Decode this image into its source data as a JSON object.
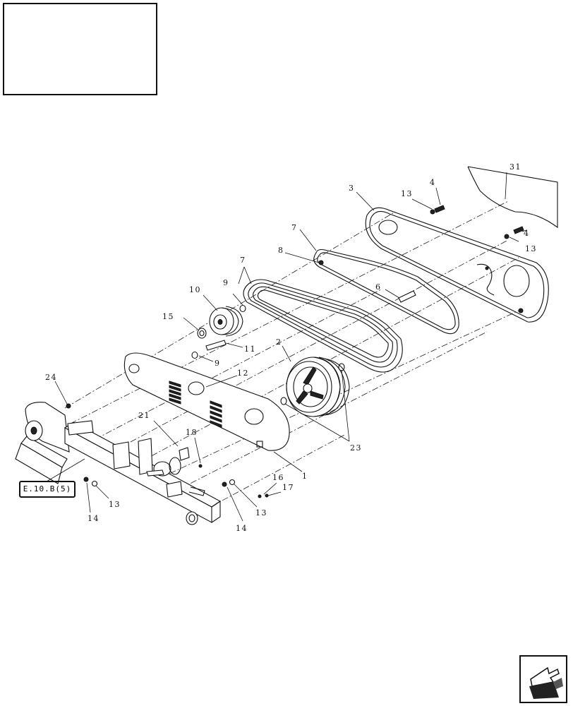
{
  "header": {
    "title_block": ""
  },
  "reference": {
    "label": "E.10.B(5)"
  },
  "callouts": [
    {
      "id": "c31",
      "text": "31"
    },
    {
      "id": "c3",
      "text": "3"
    },
    {
      "id": "c13a",
      "text": "13"
    },
    {
      "id": "c4a",
      "text": "4"
    },
    {
      "id": "c4b",
      "text": "4"
    },
    {
      "id": "c13b",
      "text": "13"
    },
    {
      "id": "c7a",
      "text": "7"
    },
    {
      "id": "c8",
      "text": "8"
    },
    {
      "id": "c6",
      "text": "6"
    },
    {
      "id": "c7b",
      "text": "7"
    },
    {
      "id": "c10",
      "text": "10"
    },
    {
      "id": "c9a",
      "text": "9"
    },
    {
      "id": "c15",
      "text": "15"
    },
    {
      "id": "c11",
      "text": "11"
    },
    {
      "id": "c9b",
      "text": "9"
    },
    {
      "id": "c2",
      "text": "2"
    },
    {
      "id": "c12",
      "text": "12"
    },
    {
      "id": "c24",
      "text": "24"
    },
    {
      "id": "c21",
      "text": "21"
    },
    {
      "id": "c18",
      "text": "18"
    },
    {
      "id": "c23",
      "text": "23"
    },
    {
      "id": "c1",
      "text": "1"
    },
    {
      "id": "c16",
      "text": "16"
    },
    {
      "id": "c17",
      "text": "17"
    },
    {
      "id": "c13c",
      "text": "13"
    },
    {
      "id": "c14a",
      "text": "14"
    },
    {
      "id": "c13d",
      "text": "13"
    },
    {
      "id": "c14b",
      "text": "14"
    }
  ],
  "icons": {
    "nav": "next-page-arrow-icon"
  }
}
